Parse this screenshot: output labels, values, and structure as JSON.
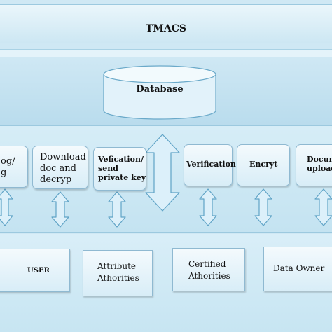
{
  "title": "TMACS",
  "database": {
    "label": "Database"
  },
  "modules": [
    {
      "label": "og/\ng"
    },
    {
      "label": "Download\ndoc and\ndecryp"
    },
    {
      "label": "Vefication/\nsend\nprivate key"
    },
    {
      "label": "Verification"
    },
    {
      "label": "Encryt"
    },
    {
      "label": "Docum\nupload"
    }
  ],
  "actors": [
    {
      "label": "USER"
    },
    {
      "label": "Attribute\nAthorities"
    },
    {
      "label": "Certified\nAthorities"
    },
    {
      "label": "Data Owner"
    }
  ],
  "colors": {
    "arrow_fill": "#dcf0fa",
    "arrow_stroke": "#5fa3c6",
    "box_border": "#8fb9d1"
  }
}
